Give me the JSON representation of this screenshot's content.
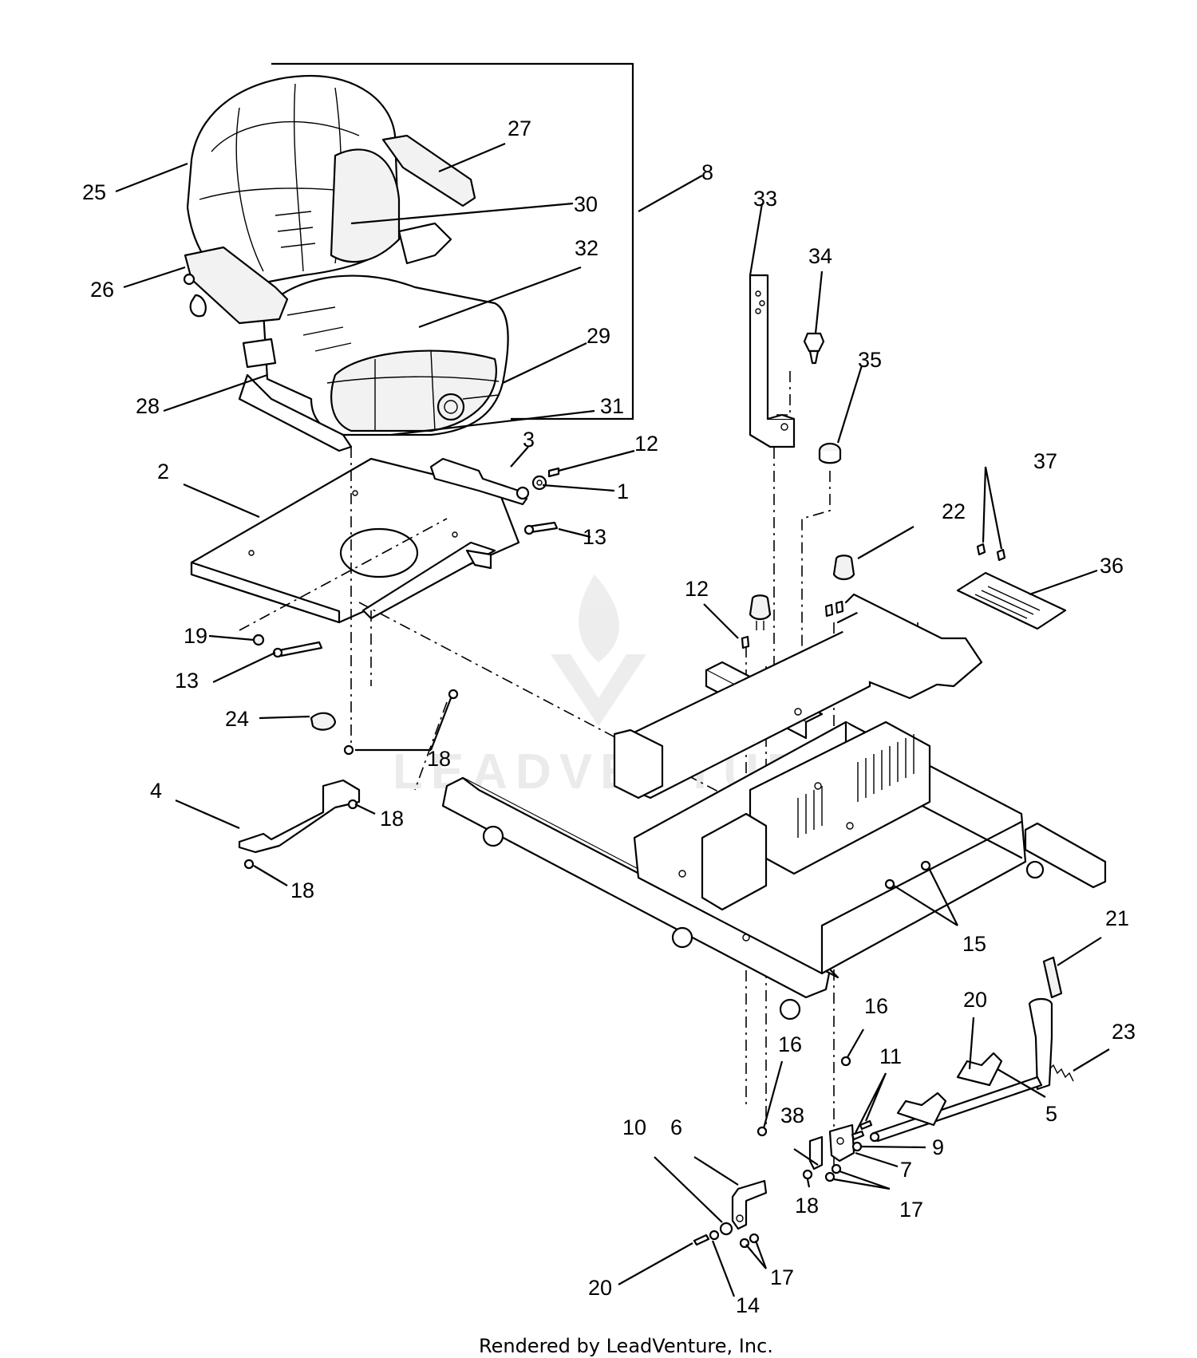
{
  "callouts": [
    {
      "id": "c25",
      "label": "25"
    },
    {
      "id": "c27",
      "label": "27"
    },
    {
      "id": "c8",
      "label": "8"
    },
    {
      "id": "c30",
      "label": "30"
    },
    {
      "id": "c33",
      "label": "33"
    },
    {
      "id": "c32",
      "label": "32"
    },
    {
      "id": "c26",
      "label": "26"
    },
    {
      "id": "c34",
      "label": "34"
    },
    {
      "id": "c29",
      "label": "29"
    },
    {
      "id": "c35",
      "label": "35"
    },
    {
      "id": "c28",
      "label": "28"
    },
    {
      "id": "c31",
      "label": "31"
    },
    {
      "id": "c3",
      "label": "3"
    },
    {
      "id": "c12a",
      "label": "12"
    },
    {
      "id": "c2",
      "label": "2"
    },
    {
      "id": "c1",
      "label": "1"
    },
    {
      "id": "c37",
      "label": "37"
    },
    {
      "id": "c22",
      "label": "22"
    },
    {
      "id": "c36",
      "label": "36"
    },
    {
      "id": "c13a",
      "label": "13"
    },
    {
      "id": "c12b",
      "label": "12"
    },
    {
      "id": "c19",
      "label": "19"
    },
    {
      "id": "c13b",
      "label": "13"
    },
    {
      "id": "c24",
      "label": "24"
    },
    {
      "id": "c18a",
      "label": "18"
    },
    {
      "id": "c4",
      "label": "4"
    },
    {
      "id": "c18b",
      "label": "18"
    },
    {
      "id": "c18c",
      "label": "18"
    },
    {
      "id": "c15",
      "label": "15"
    },
    {
      "id": "c21",
      "label": "21"
    },
    {
      "id": "c20a",
      "label": "20"
    },
    {
      "id": "c16a",
      "label": "16"
    },
    {
      "id": "c23",
      "label": "23"
    },
    {
      "id": "c16b",
      "label": "16"
    },
    {
      "id": "c11",
      "label": "11"
    },
    {
      "id": "c5",
      "label": "5"
    },
    {
      "id": "c38",
      "label": "38"
    },
    {
      "id": "c10",
      "label": "10"
    },
    {
      "id": "c6",
      "label": "6"
    },
    {
      "id": "c9",
      "label": "9"
    },
    {
      "id": "c7",
      "label": "7"
    },
    {
      "id": "c18d",
      "label": "18"
    },
    {
      "id": "c17a",
      "label": "17"
    },
    {
      "id": "c17b",
      "label": "17"
    },
    {
      "id": "c20b",
      "label": "20"
    },
    {
      "id": "c14",
      "label": "14"
    }
  ],
  "watermark": "LEADVENTURE",
  "footer": "Rendered by LeadVenture, Inc."
}
